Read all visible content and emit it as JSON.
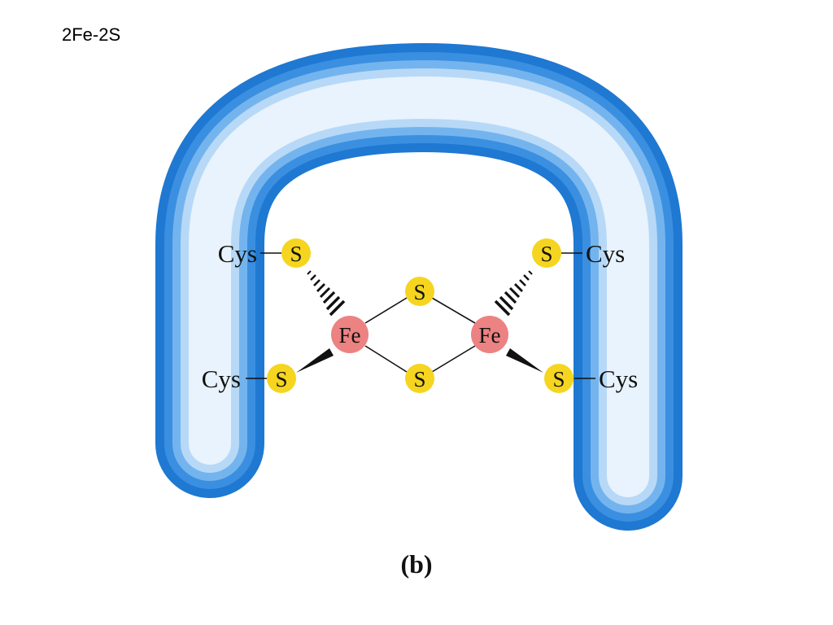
{
  "title": "2Fe-2S",
  "caption": "(b)",
  "labels": {
    "cys": "Cys",
    "sulfur": "S",
    "iron": "Fe"
  },
  "colors": {
    "protein_backbone_edge": "#1f78d1",
    "protein_backbone_core": "#e8f3fd",
    "sulfur_atom": "#f5d51f",
    "iron_atom": "#ec8282"
  }
}
